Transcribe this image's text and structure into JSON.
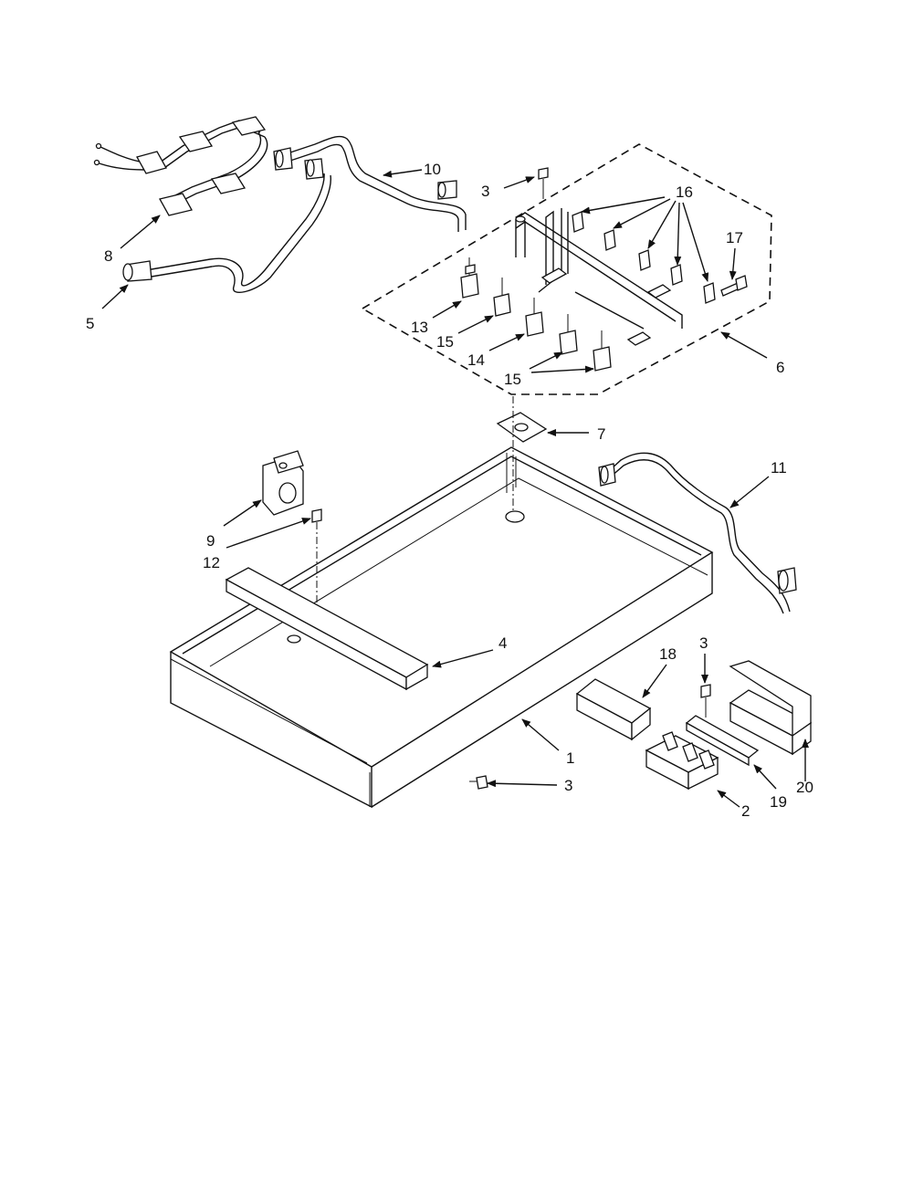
{
  "callouts": {
    "c1": "1",
    "c2": "2",
    "c3a": "3",
    "c3b": "3",
    "c3c": "3",
    "c4": "4",
    "c5": "5",
    "c6": "6",
    "c7": "7",
    "c8": "8",
    "c9": "9",
    "c10": "10",
    "c11": "11",
    "c12": "12",
    "c13": "13",
    "c14": "14",
    "c15a": "15",
    "c15b": "15",
    "c16": "16",
    "c17": "17",
    "c18": "18",
    "c19": "19",
    "c20": "20"
  }
}
